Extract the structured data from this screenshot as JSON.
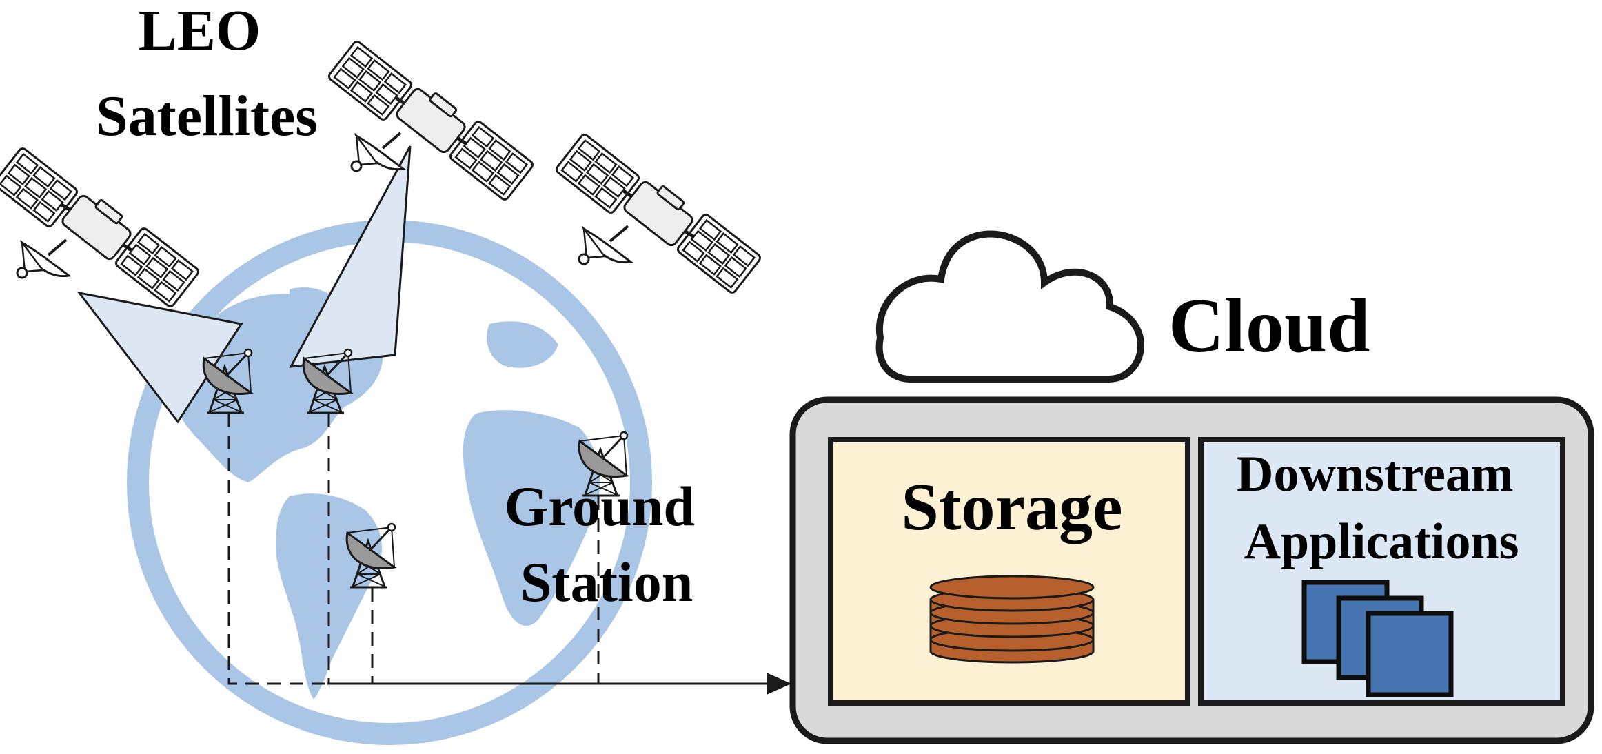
{
  "labels": {
    "satellites": [
      "LEO",
      "Satellites"
    ],
    "ground_station": [
      "Ground",
      "Station"
    ],
    "cloud": "Cloud",
    "storage": "Storage",
    "downstream": [
      "Downstream",
      "Applications"
    ]
  },
  "colors": {
    "earth": "#a9c6e6",
    "beam": "#dde8f4",
    "satellite_body": "#eeeeee",
    "dish": "#9a9a9a",
    "cloud_container": "#d9d9d9",
    "storage_panel": "#fcf1d2",
    "downstream_panel": "#dde8f5",
    "disk": "#b8602d",
    "app_window": "#4574b0"
  },
  "icons": {
    "satellite": "satellite-icon",
    "ground_station": "satellite-dish-icon",
    "cloud": "cloud-icon",
    "storage": "database-icon",
    "applications": "stacked-windows-icon"
  }
}
